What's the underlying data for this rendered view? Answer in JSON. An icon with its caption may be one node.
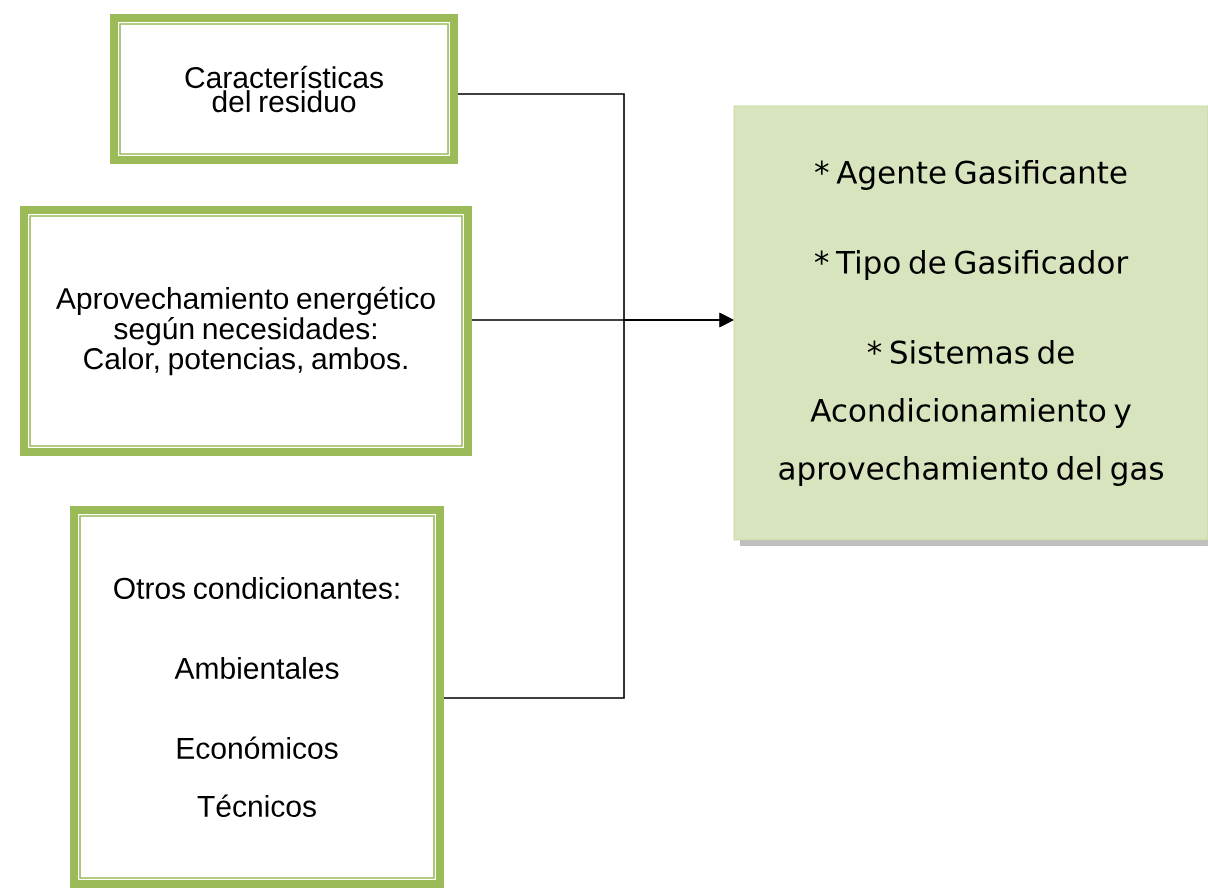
{
  "diagram": {
    "nodes": [
      {
        "text": [
          "Características del residuo"
        ]
      },
      {
        "text": [
          "Aprovechamiento energético según necesidades: Calor, potencias, ambos."
        ]
      },
      {
        "text": [
          "Otros condicionantes:",
          "Ambientales",
          "Económicos",
          "Técnicos"
        ]
      },
      {
        "text": [
          "* Agente Gasificante",
          "* Tipo de Gasificador",
          "* Sistemas de Acondicionamiento y aprovechamiento del gas"
        ]
      }
    ],
    "edges": [
      {
        "from": 0,
        "to": 3,
        "arrow": "to"
      },
      {
        "from": 1,
        "to": 3,
        "arrow": "to"
      },
      {
        "from": 2,
        "to": 3,
        "arrow": "to"
      }
    ]
  }
}
